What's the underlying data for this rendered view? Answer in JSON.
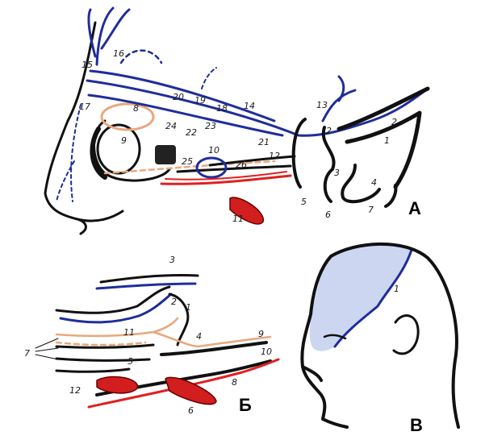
{
  "panel_letters": {
    "a": "А",
    "b": "Б",
    "v": "В"
  },
  "panel_a_labels": [
    "1",
    "2",
    "2",
    "3",
    "4",
    "5",
    "6",
    "7",
    "8",
    "9",
    "10",
    "11",
    "12",
    "13",
    "14",
    "15",
    "16",
    "17",
    "18",
    "19",
    "20",
    "21",
    "22",
    "23",
    "24",
    "25",
    "26"
  ],
  "panel_b_labels": [
    "1",
    "2",
    "3",
    "4",
    "5",
    "6",
    "7",
    "8",
    "9",
    "10",
    "11",
    "12"
  ],
  "panel_v_labels": [
    "1"
  ],
  "colors": {
    "ink": "#111111",
    "nerve": "#1f2d9b",
    "parasympathetic": "#e8a77c",
    "artery": "#e02020",
    "shading": "#1f2d9b"
  }
}
